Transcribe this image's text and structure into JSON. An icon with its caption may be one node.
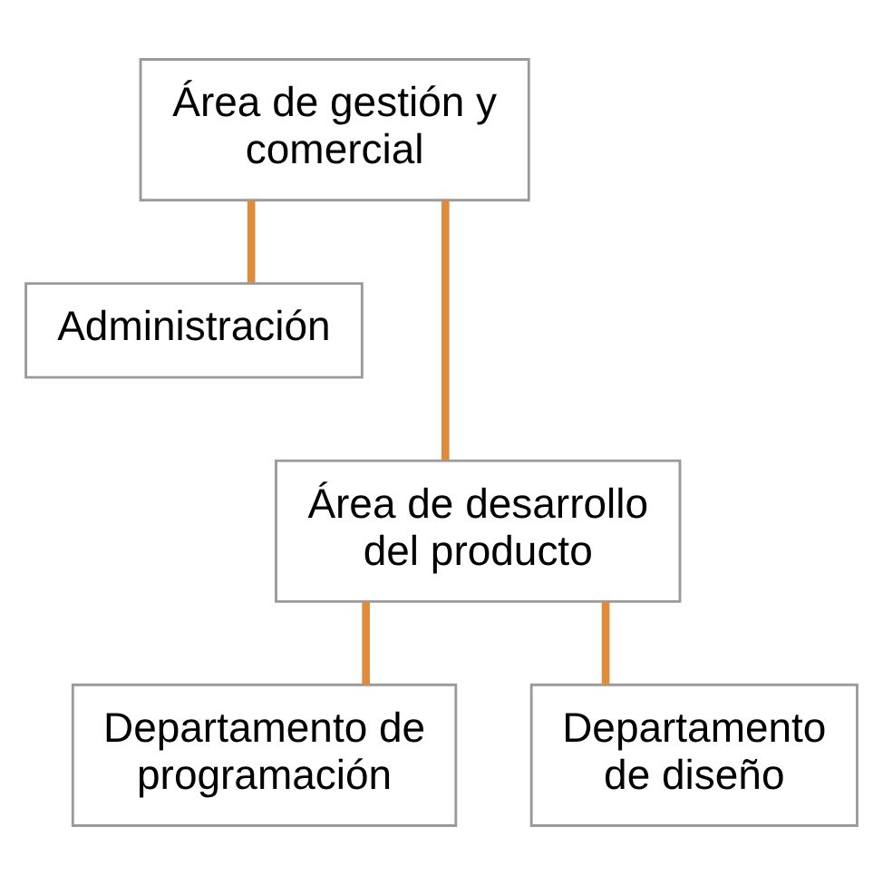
{
  "diagram": {
    "nodes": [
      {
        "text": [
          "Área de gestión y comercial"
        ]
      },
      {
        "text": [
          "Administración"
        ]
      },
      {
        "text": [
          "Área de desarrollo del producto"
        ]
      },
      {
        "text": [
          "Departamento de programación"
        ]
      },
      {
        "text": [
          "Departamento de diseño"
        ]
      }
    ],
    "edges": [
      {
        "from": 0,
        "to": 1,
        "arrow": "none"
      },
      {
        "from": 0,
        "to": 2,
        "arrow": "none"
      },
      {
        "from": 2,
        "to": 3,
        "arrow": "none"
      },
      {
        "from": 2,
        "to": 4,
        "arrow": "none"
      }
    ]
  }
}
